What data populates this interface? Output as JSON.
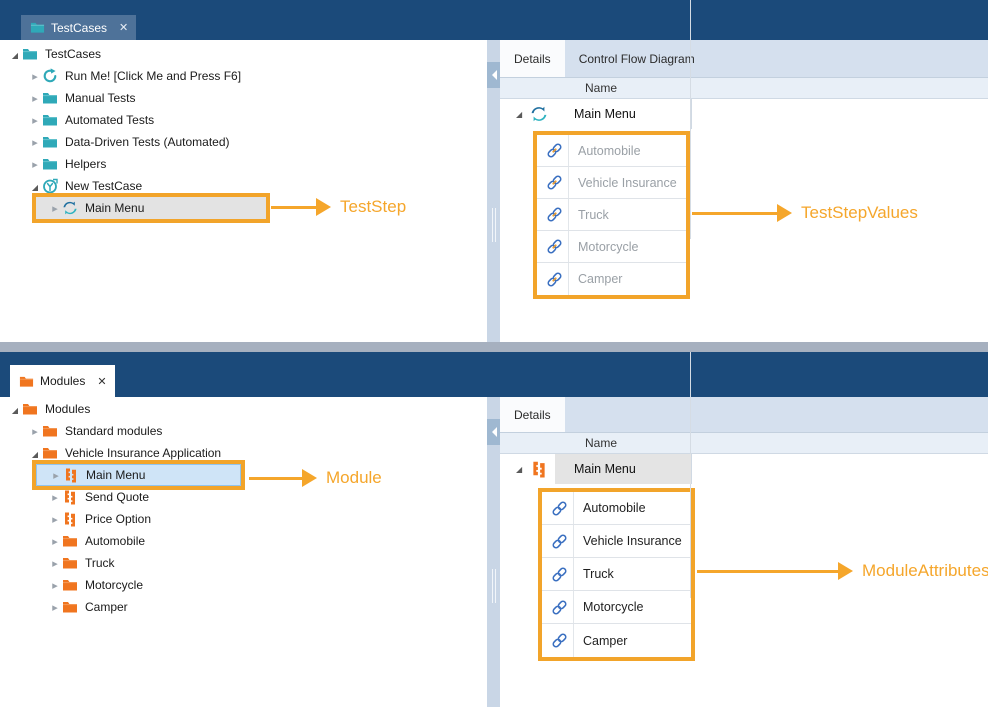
{
  "colors": {
    "navy_bar": "#1b4a7a",
    "teal_icon": "#2fa9b8",
    "orange_icon": "#f0751f",
    "annotation_orange": "#f5a62b",
    "highlight_box_orange": "#f2a42a",
    "selected_blue": "#cfe4f7",
    "selected_gray": "#e3e3e3"
  },
  "top": {
    "tab_label": "TestCases",
    "close_glyph": "✕",
    "tree": [
      {
        "label": "TestCases",
        "icon": "folder-teal",
        "level": 0,
        "expand": "open"
      },
      {
        "label": "Run Me! [Click Me and Press F6]",
        "icon": "runme-teal",
        "level": 1,
        "expand": "closed"
      },
      {
        "label": "Manual Tests",
        "icon": "folder-teal",
        "level": 1,
        "expand": "closed"
      },
      {
        "label": "Automated Tests",
        "icon": "folder-teal",
        "level": 1,
        "expand": "closed"
      },
      {
        "label": "Data-Driven Tests (Automated)",
        "icon": "folder-teal",
        "level": 1,
        "expand": "closed"
      },
      {
        "label": "Helpers",
        "icon": "folder-teal",
        "level": 1,
        "expand": "closed"
      },
      {
        "label": "New TestCase",
        "icon": "testcase-teal",
        "level": 1,
        "expand": "open"
      },
      {
        "label": "Main Menu",
        "icon": "refresh-teal",
        "level": 2,
        "expand": "closed",
        "selected": "gray",
        "highlight": true
      }
    ],
    "tree_annotation": "TestStep",
    "details": {
      "tabs": [
        {
          "label": "Details",
          "active": true
        },
        {
          "label": "Control Flow Diagram",
          "active": false
        }
      ],
      "name_header": "Name",
      "parent_row": {
        "label": "Main Menu"
      },
      "values": [
        {
          "label": "Automobile",
          "icon": "chain-link-var"
        },
        {
          "label": "Vehicle Insurance",
          "icon": "chain-link-var"
        },
        {
          "label": "Truck",
          "icon": "chain-link-var"
        },
        {
          "label": "Motorcycle",
          "icon": "chain-link-var"
        },
        {
          "label": "Camper",
          "icon": "chain-link-var"
        }
      ],
      "annotation": "TestStepValues"
    }
  },
  "bottom": {
    "tab_label": "Modules",
    "close_glyph": "✕",
    "tree": [
      {
        "label": "Modules",
        "icon": "folder-orange",
        "level": 0,
        "expand": "open"
      },
      {
        "label": "Standard modules",
        "icon": "folder-orange",
        "level": 1,
        "expand": "closed"
      },
      {
        "label": "Vehicle Insurance Application",
        "icon": "folder-orange",
        "level": 1,
        "expand": "open"
      },
      {
        "label": "Main Menu",
        "icon": "module-orange",
        "level": 2,
        "expand": "closed",
        "selected": "blue",
        "highlight": true
      },
      {
        "label": "Send Quote",
        "icon": "module-orange",
        "level": 2,
        "expand": "closed"
      },
      {
        "label": "Price Option",
        "icon": "module-orange",
        "level": 2,
        "expand": "closed"
      },
      {
        "label": "Automobile",
        "icon": "folder-orange",
        "level": 2,
        "expand": "closed"
      },
      {
        "label": "Truck",
        "icon": "folder-orange",
        "level": 2,
        "expand": "closed"
      },
      {
        "label": "Motorcycle",
        "icon": "folder-orange",
        "level": 2,
        "expand": "closed"
      },
      {
        "label": "Camper",
        "icon": "folder-orange",
        "level": 2,
        "expand": "closed"
      }
    ],
    "tree_annotation": "Module",
    "details": {
      "tabs": [
        {
          "label": "Details",
          "active": true
        }
      ],
      "name_header": "Name",
      "parent_row": {
        "label": "Main Menu"
      },
      "values": [
        {
          "label": "Automobile",
          "icon": "chain-link"
        },
        {
          "label": "Vehicle Insurance",
          "icon": "chain-link"
        },
        {
          "label": "Truck",
          "icon": "chain-link"
        },
        {
          "label": "Motorcycle",
          "icon": "chain-link"
        },
        {
          "label": "Camper",
          "icon": "chain-link"
        }
      ],
      "annotation": "ModuleAttributes"
    }
  }
}
